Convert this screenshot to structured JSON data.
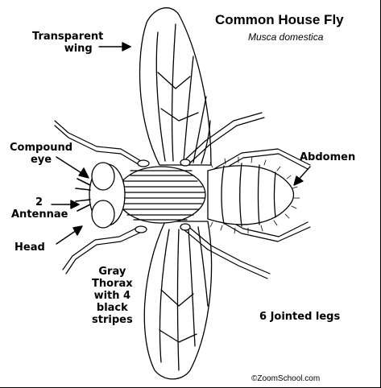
{
  "title": "Common House Fly",
  "subtitle": "Musca domestica",
  "labels": {
    "wing_line1": "Transparent",
    "wing_line2": "wing",
    "eye_line1": "Compound",
    "eye_line2": "eye",
    "antennae_line1": "2",
    "antennae_line2": "Antennae",
    "head": "Head",
    "abdomen": "Abdomen",
    "thorax_line1": "Gray",
    "thorax_line2": "Thorax",
    "thorax_line3": "with 4",
    "thorax_line4": "black",
    "thorax_line5": "stripes",
    "legs": "6 Jointed legs"
  },
  "credit": "©ZoomSchool.com"
}
